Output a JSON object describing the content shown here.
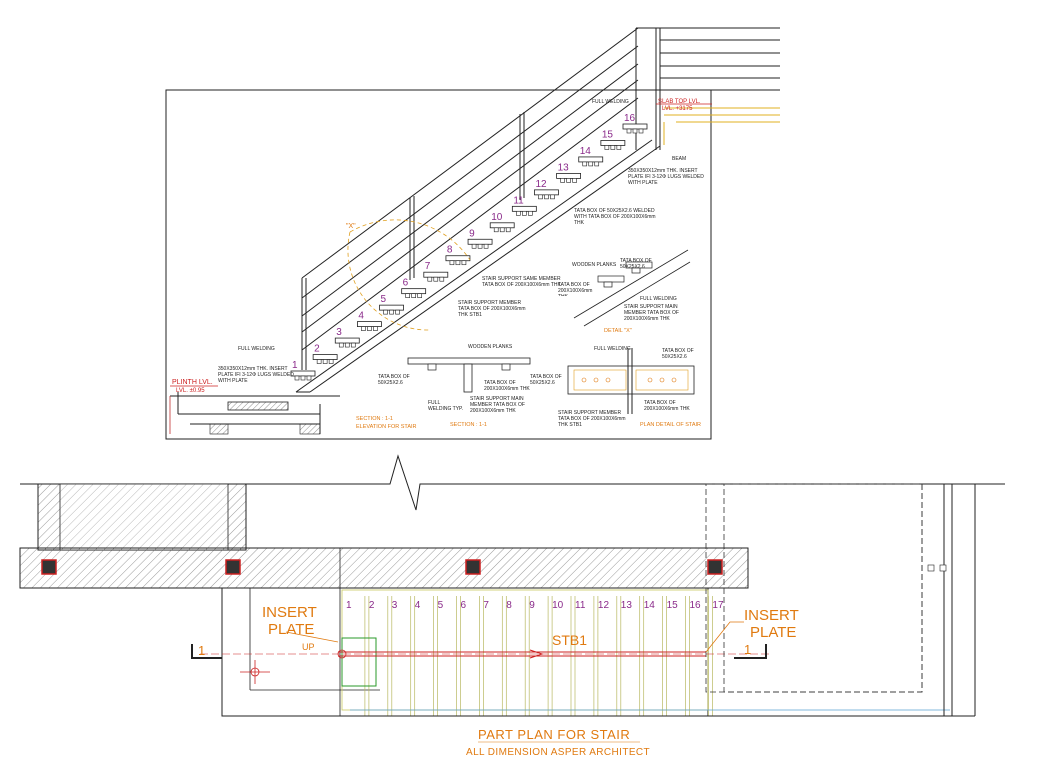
{
  "elevation": {
    "step_numbers": [
      "1",
      "2",
      "3",
      "4",
      "5",
      "6",
      "7",
      "8",
      "9",
      "10",
      "11",
      "12",
      "13",
      "14",
      "15",
      "16"
    ],
    "annotations": {
      "slab_top": "SLAB TOP LVL.",
      "slab_top_level": "LVL. +3175",
      "plinth": "PLINTH LVL.",
      "plinth_level": "LVL. ±0.95",
      "full_welding_top": "FULL WELDING",
      "full_welding_bottom": "FULL WELDING",
      "beam": "BEAM",
      "insert_plate_top": "350X350X12mm THK. INSERT PLATE IFI 3-12Φ LUGS WELDED WITH PLATE",
      "insert_plate_bottom": "350X350X12mm THK. INSERT PLATE IFI 3-12Φ LUGS WELDED WITH PLATE",
      "tata_box_top": "TATA BOX OF 50X25X2.6 WELDED WITH TATA BOX OF 200X100X6mm THK",
      "stair_support_same": "STAIR SUPPORT SAME MEMBER TATA BOX OF 200X100X6mm THK",
      "stair_support": "STAIR SUPPORT MEMBER TATA BOX OF 200X100X6mm THK STB1",
      "detail_x": "\"X\"",
      "section_title": "SECTION 1-1",
      "elevation_title": "ELEVATION FOR STAIR",
      "section_label": "SECTION : 1-1"
    },
    "detail": {
      "wooden_planks": "WOODEN PLANKS",
      "tata_box_50": "TATA BOX OF 50X25X2.6",
      "tata_box_200": "TATA BOX OF 200X100X6mm THK",
      "full_welding": "FULL WELDING",
      "stair_support_main": "STAIR SUPPORT MAIN MEMBER TATA BOX OF 200X100X6mm THK",
      "title": "DETAIL \"X\""
    },
    "section": {
      "wooden_planks": "WOODEN PLANKS",
      "tata_box_left": "TATA BOX OF 50X25X2.6",
      "tata_box_right": "TATA BOX OF 50X25X2.6",
      "tata_box_main": "TATA BOX OF 200X100X6mm THK",
      "full_welding": "FULL WELDING TYP.",
      "stair_support_main": "STAIR SUPPORT MAIN MEMBER TATA BOX OF 200X100X6mm THK",
      "title": "SECTION : 1-1"
    },
    "plan_detail": {
      "full_welding": "FULL WELDING",
      "tata_box_top": "TATA BOX OF 50X25X2.6",
      "tata_box_bottom": "TATA BOX OF 200X100X6mm THK",
      "stair_support": "STAIR SUPPORT MEMBER TATA BOX OF 200X100X6mm THK STB1",
      "title": "PLAN DETAIL OF STAIR"
    }
  },
  "plan": {
    "step_numbers": [
      "1",
      "2",
      "3",
      "4",
      "5",
      "6",
      "7",
      "8",
      "9",
      "10",
      "11",
      "12",
      "13",
      "14",
      "15",
      "16",
      "17"
    ],
    "insert_plate_left_1": "INSERT",
    "insert_plate_left_2": "PLATE",
    "insert_plate_right_1": "INSERT",
    "insert_plate_right_2": "PLATE",
    "up_label": "UP",
    "stb_label": "STB1",
    "section_marker_left": "1",
    "section_marker_right": "1",
    "title": "PART PLAN FOR STAIR",
    "subtitle": "ALL DIMENSION ASPER ARCHITECT"
  },
  "colors": {
    "line": "#1a1a1a",
    "orange": "#e07a10",
    "magenta": "#8a2a8a",
    "red": "#cc2020",
    "green": "#2a9a2a",
    "yellow_line": "#c8c860"
  }
}
